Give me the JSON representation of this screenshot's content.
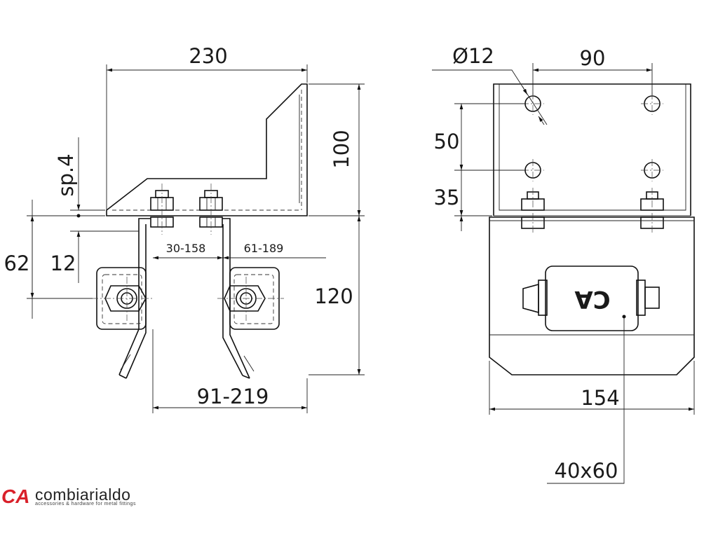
{
  "diagram": {
    "left_view": {
      "dim_width": "230",
      "dim_height_top": "100",
      "dim_thickness": "sp.4",
      "dim_62": "62",
      "dim_12": "12",
      "dim_range_inner": "30-158",
      "dim_range_outer": "61-189",
      "dim_height_total": "120",
      "dim_range_bottom": "91-219"
    },
    "right_view": {
      "dim_hole_diameter": "Ø12",
      "dim_hole_spacing_h": "90",
      "dim_hole_spacing_v": "50",
      "dim_offset": "35",
      "dim_width": "154",
      "dim_tube": "40x60",
      "plate_marking": "CA"
    }
  },
  "brand": {
    "logo_text": "CA",
    "name": "combiarialdo",
    "tagline": "accessories & hardware for metal fittings",
    "accent_color": "#d9202a"
  }
}
